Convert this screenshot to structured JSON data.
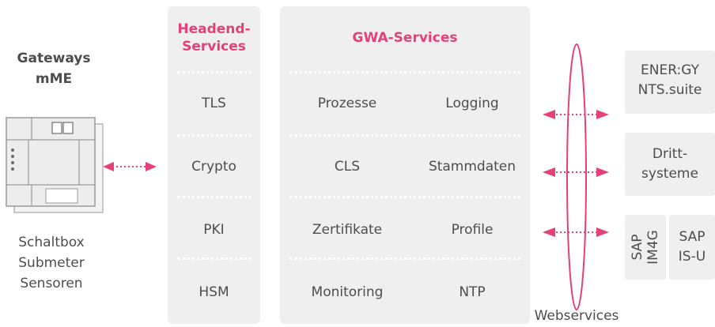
{
  "gateways": {
    "title_line1": "Gateways",
    "title_line2": "mME",
    "labels": [
      "Schaltbox",
      "Submeter",
      "Sensoren"
    ]
  },
  "headend": {
    "header_line1": "Headend-",
    "header_line2": "Services",
    "items": [
      "TLS",
      "Crypto",
      "PKI",
      "HSM"
    ]
  },
  "gwa": {
    "header": "GWA-Services",
    "left_items": [
      "Prozesse",
      "CLS",
      "Zertifikate",
      "Monitoring"
    ],
    "right_items": [
      "Logging",
      "Stammdaten",
      "Profile",
      "NTP"
    ]
  },
  "right": {
    "energy_line1": "ENER:GY",
    "energy_line2": "NTS.suite",
    "dritt_line1": "Dritt-",
    "dritt_line2": "systeme",
    "sap_im4g_line1": "SAP",
    "sap_im4g_line2": "IM4G",
    "sap_isu_line1": "SAP",
    "sap_isu_line2": "IS-U",
    "webservices_label": "Webservices"
  },
  "colors": {
    "accent": "#e4407a",
    "panel": "#efeff0",
    "text": "#4d4d4d"
  }
}
